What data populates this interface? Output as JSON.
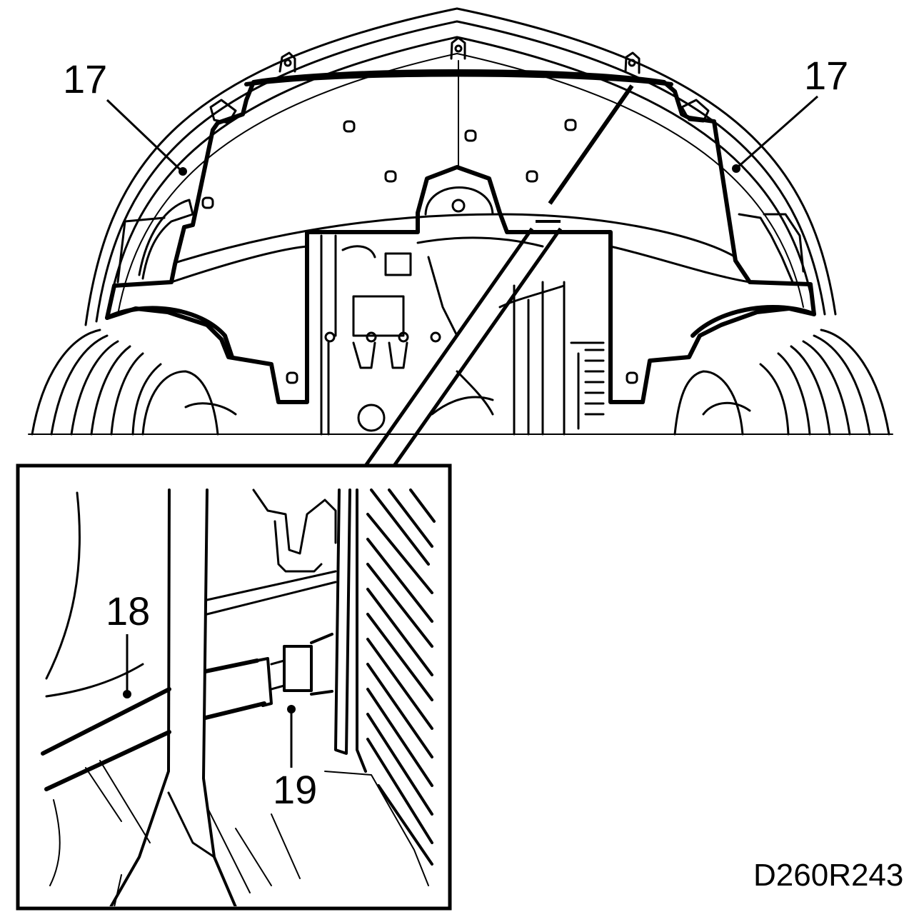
{
  "callouts": {
    "left_17": "17",
    "right_17": "17",
    "label_18": "18",
    "label_19": "19"
  },
  "figure_code": "D260R243",
  "colors": {
    "ink": "#000000",
    "paper": "#ffffff"
  }
}
